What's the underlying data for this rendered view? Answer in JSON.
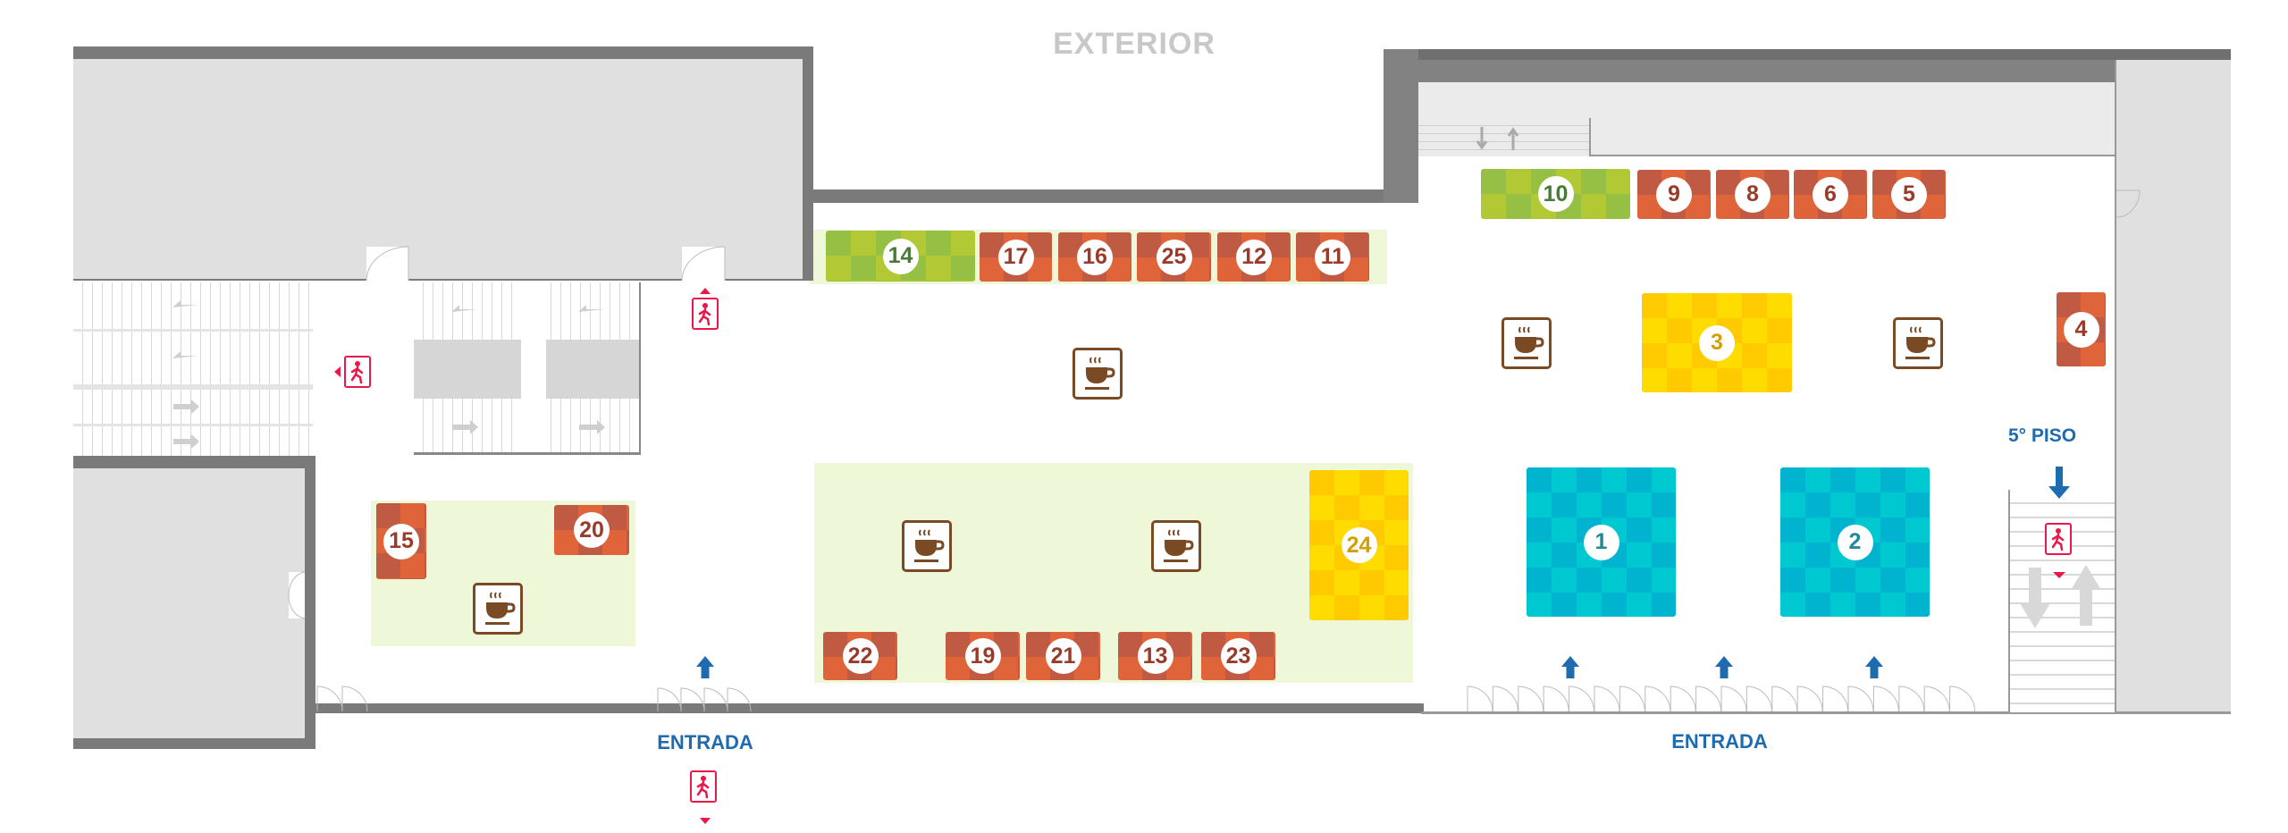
{
  "labels": {
    "exterior": "EXTERIOR",
    "entrada_left": "ENTRADA",
    "entrada_right": "ENTRADA",
    "floor": "5° PISO"
  },
  "tiles": [
    {
      "number": "14",
      "type": "green"
    },
    {
      "number": "17",
      "type": "orange"
    },
    {
      "number": "16",
      "type": "orange"
    },
    {
      "number": "25",
      "type": "orange"
    },
    {
      "number": "12",
      "type": "orange"
    },
    {
      "number": "11",
      "type": "orange"
    },
    {
      "number": "10",
      "type": "green"
    },
    {
      "number": "9",
      "type": "orange"
    },
    {
      "number": "8",
      "type": "orange"
    },
    {
      "number": "6",
      "type": "orange"
    },
    {
      "number": "5",
      "type": "orange"
    },
    {
      "number": "3",
      "type": "yellow"
    },
    {
      "number": "4",
      "type": "orange"
    },
    {
      "number": "1",
      "type": "cyan"
    },
    {
      "number": "2",
      "type": "cyan"
    },
    {
      "number": "24",
      "type": "yellow"
    },
    {
      "number": "15",
      "type": "orange"
    },
    {
      "number": "20",
      "type": "orange"
    },
    {
      "number": "22",
      "type": "orange"
    },
    {
      "number": "19",
      "type": "orange"
    },
    {
      "number": "21",
      "type": "orange"
    },
    {
      "number": "13",
      "type": "orange"
    },
    {
      "number": "23",
      "type": "orange"
    }
  ],
  "icons": {
    "coffee": "coffee-cup-icon",
    "exit": "emergency-exit-icon",
    "arrow": "direction-arrow-icon"
  },
  "colors": {
    "orange": "#e0643a",
    "green": "#96c043",
    "yellow": "#ffcc00",
    "cyan": "#00b4d0",
    "zone": "#eef8d8",
    "wall": "#7a7a7a",
    "accent": "#1e6bb0",
    "exit": "#e8194a",
    "coffee": "#7a4a24"
  }
}
